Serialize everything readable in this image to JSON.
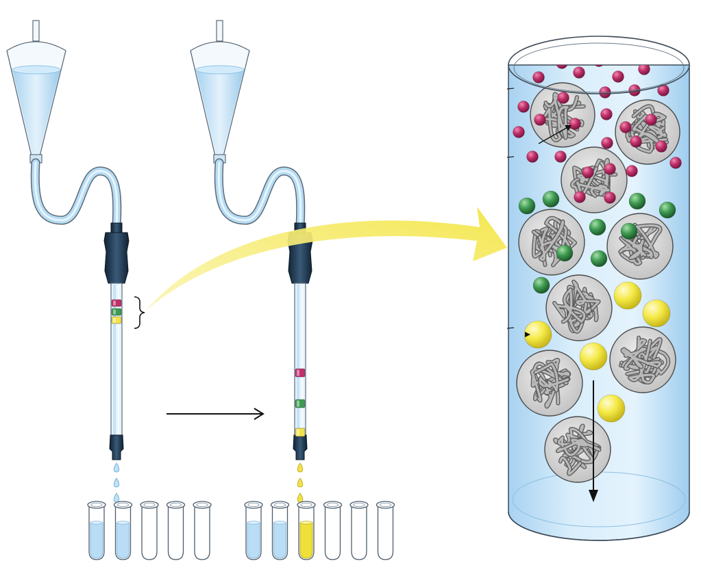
{
  "diagram": {
    "colors": {
      "buffer": "#bfe0f5",
      "buffer_dark": "#7fb8de",
      "tube_outline": "#5a6a78",
      "column_cap": "#1f3a52",
      "band_large": "#c0306a",
      "band_medium": "#3f9a52",
      "band_small": "#f2e24a",
      "yellow_arrow": "#f6ec7a",
      "bead_fill": "#d4d4d4",
      "bead_strands": "#808080",
      "arrow": "#111111"
    },
    "columns": [
      {
        "name": "column-initial",
        "bands": [
          "large",
          "medium",
          "small"
        ]
      },
      {
        "name": "column-separated",
        "bands": [
          "large",
          "medium",
          "small"
        ]
      }
    ],
    "tube_rack_before": {
      "tubes": [
        "filled",
        "filled",
        "empty",
        "empty",
        "empty"
      ]
    },
    "tube_rack_after": {
      "tubes": [
        "filled",
        "filled",
        "yellow",
        "empty",
        "empty",
        "empty"
      ]
    },
    "magnified_view": {
      "molecule_sizes": [
        "large",
        "medium",
        "small"
      ],
      "bead_count": 9
    }
  }
}
